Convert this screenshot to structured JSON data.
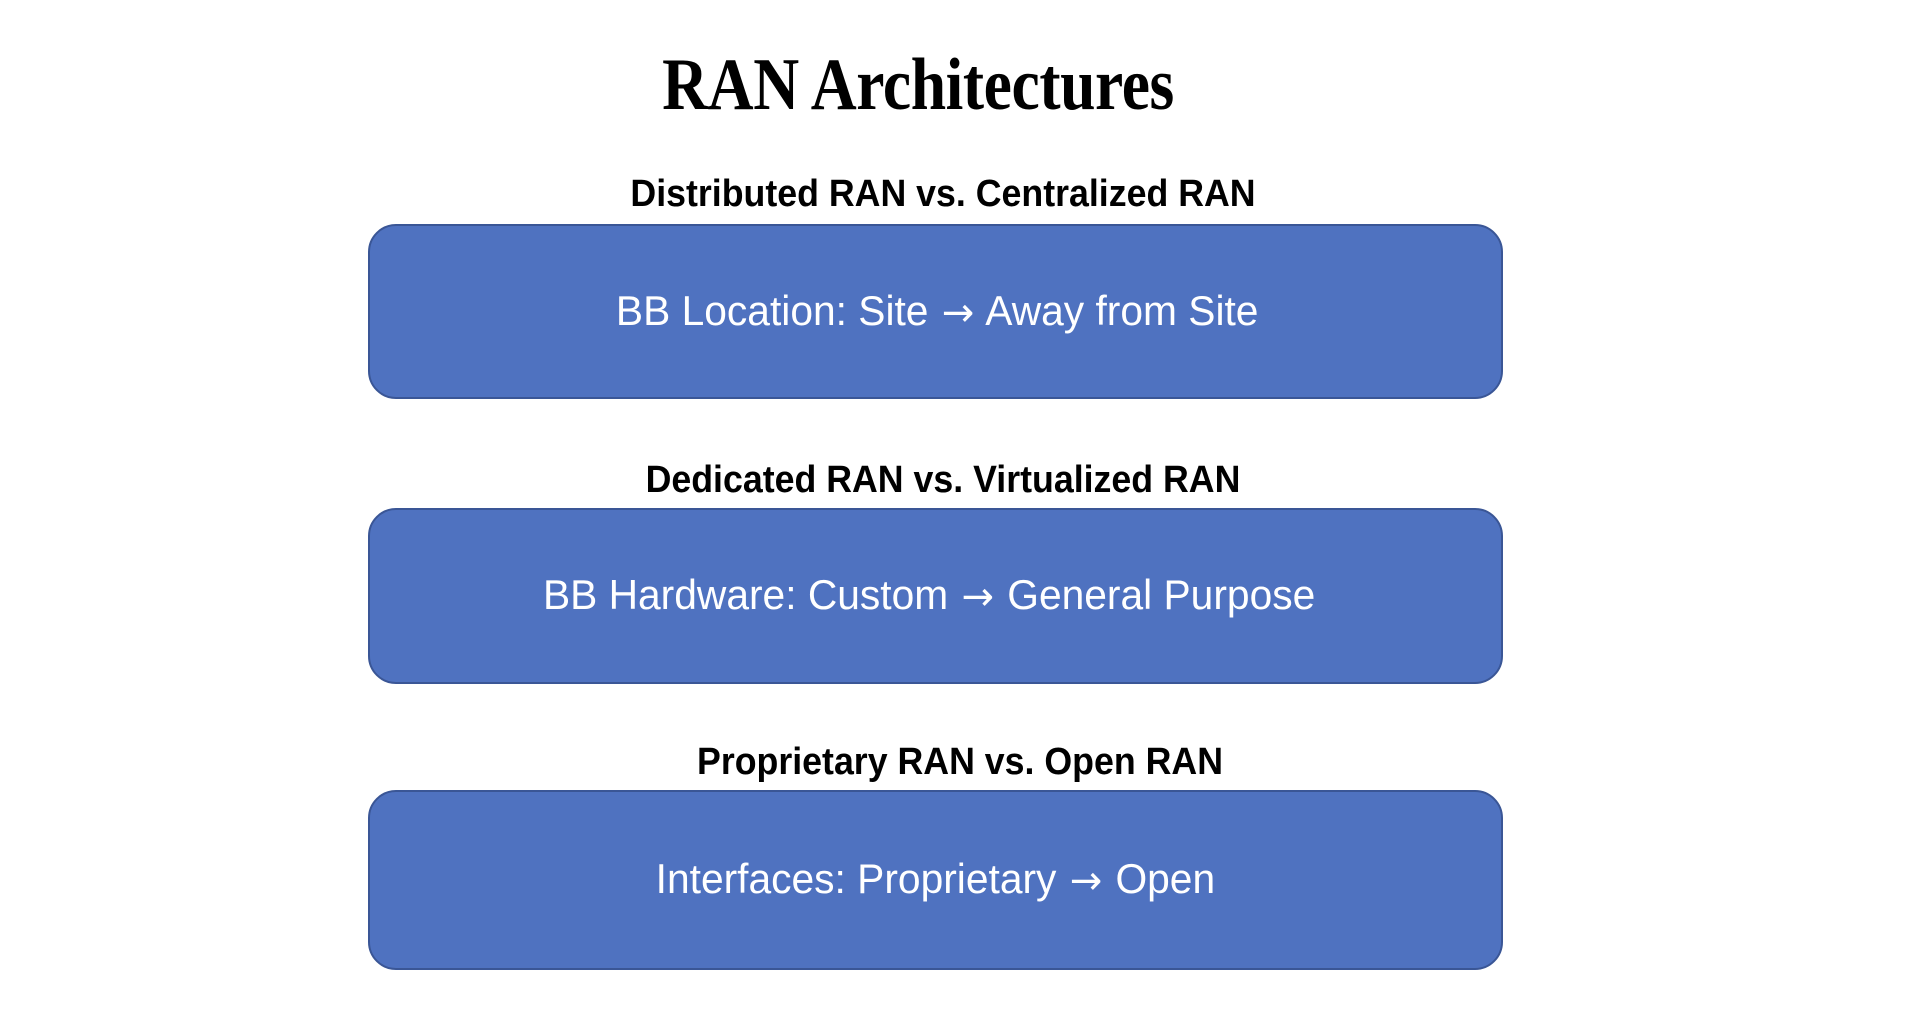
{
  "slide": {
    "title": "RAN Architectures",
    "background_color": "#FFFFFF",
    "title_color": "#000000",
    "box_fill_color": "#4F72C0",
    "box_border_color": "#3A5696",
    "box_text_color": "#FFFFFF",
    "sections": [
      {
        "heading": "Distributed RAN vs. Centralized RAN",
        "box_text_before": "BB Location: Site",
        "box_arrow": "→",
        "box_text_after": "Away from Site"
      },
      {
        "heading": "Dedicated RAN vs. Virtualized RAN",
        "box_text_before": "BB Hardware: Custom",
        "box_arrow": "→",
        "box_text_after": "General Purpose"
      },
      {
        "heading": "Proprietary RAN vs. Open RAN",
        "box_text_before": "Interfaces: Proprietary",
        "box_arrow": "→",
        "box_text_after": "Open"
      }
    ]
  }
}
